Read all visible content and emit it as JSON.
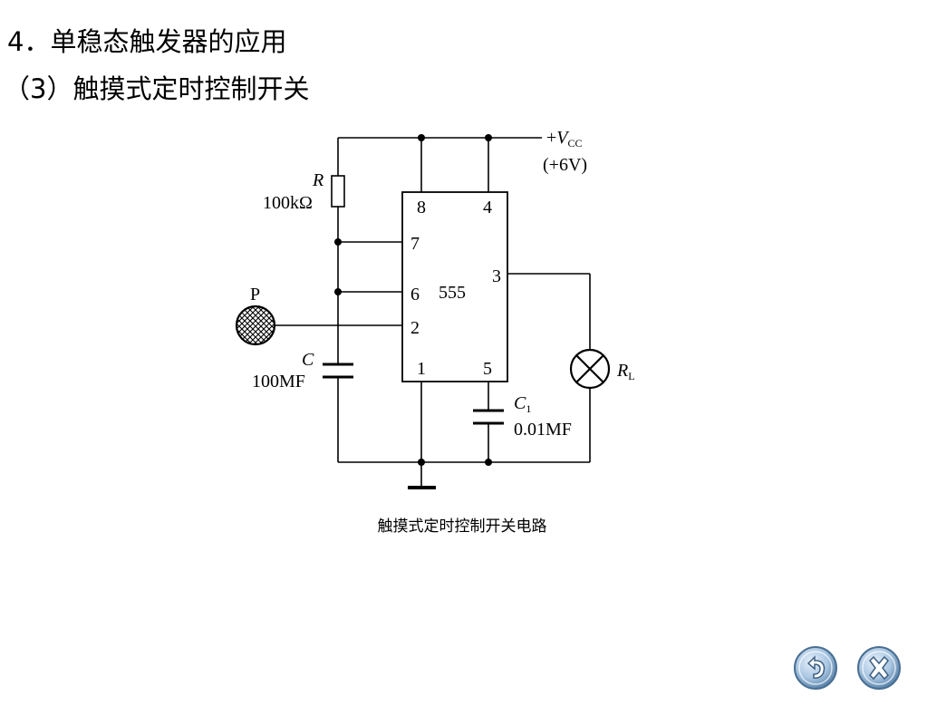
{
  "heading": {
    "line1": "4．单稳态触发器的应用",
    "line2": "（3）触摸式定时控制开关"
  },
  "diagram": {
    "supply_label_prefix": "+",
    "supply_label_v": "V",
    "supply_label_sub": "CC",
    "supply_voltage": "(+6V)",
    "resistor_symbol": "R",
    "resistor_value": "100kΩ",
    "touch_plate_label": "P",
    "capacitor_symbol": "C",
    "capacitor_value": "100MF",
    "capacitor1_symbol": "C",
    "capacitor1_sub": "1",
    "capacitor1_value": "0.01MF",
    "chip_label": "555",
    "load_symbol": "R",
    "load_sub": "L",
    "pins": {
      "p8": "8",
      "p4": "4",
      "p7": "7",
      "p6": "6",
      "p2": "2",
      "p3": "3",
      "p1": "1",
      "p5": "5"
    }
  },
  "caption": "触摸式定时控制开关电路",
  "nav": {
    "back_icon": "back-arrow-icon",
    "close_icon": "close-x-icon",
    "button_color": "#8fb4d6"
  }
}
